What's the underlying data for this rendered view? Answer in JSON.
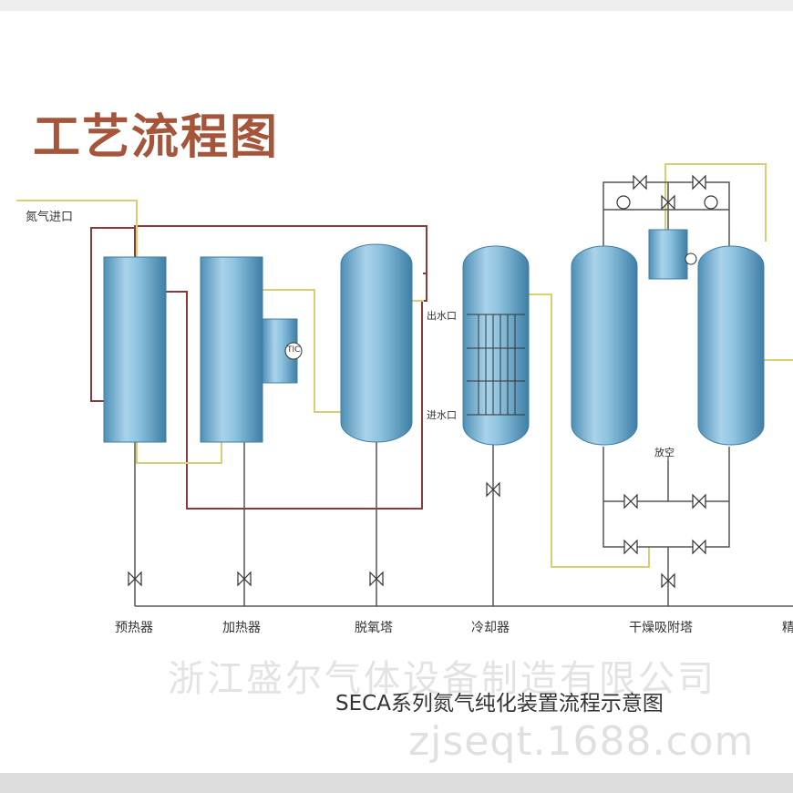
{
  "title": "工艺流程图",
  "inlet_label": "氮气进口",
  "stages": [
    {
      "label": "预热器"
    },
    {
      "label": "加热器"
    },
    {
      "label": "脱氧塔"
    },
    {
      "label": "冷却器"
    },
    {
      "label": "干燥吸附塔"
    },
    {
      "label": "精"
    }
  ],
  "heater_controller": "TIC",
  "cooler_ports": {
    "water_out": "出水口",
    "water_in": "进水口"
  },
  "vent_label": "放空",
  "watermark": "浙江盛尔气体设备制造有限公司",
  "caption": "SECA系列氮气纯化装置流程示意图",
  "site_url": "zjseqt.1688.com",
  "colors": {
    "vessel": "#7fb8d6",
    "vessel_dark": "#4f8fb5",
    "process_line": "#8b3a3a",
    "gas_line": "#d8cf70",
    "drain_line": "#555555",
    "title": "#a5553a"
  }
}
